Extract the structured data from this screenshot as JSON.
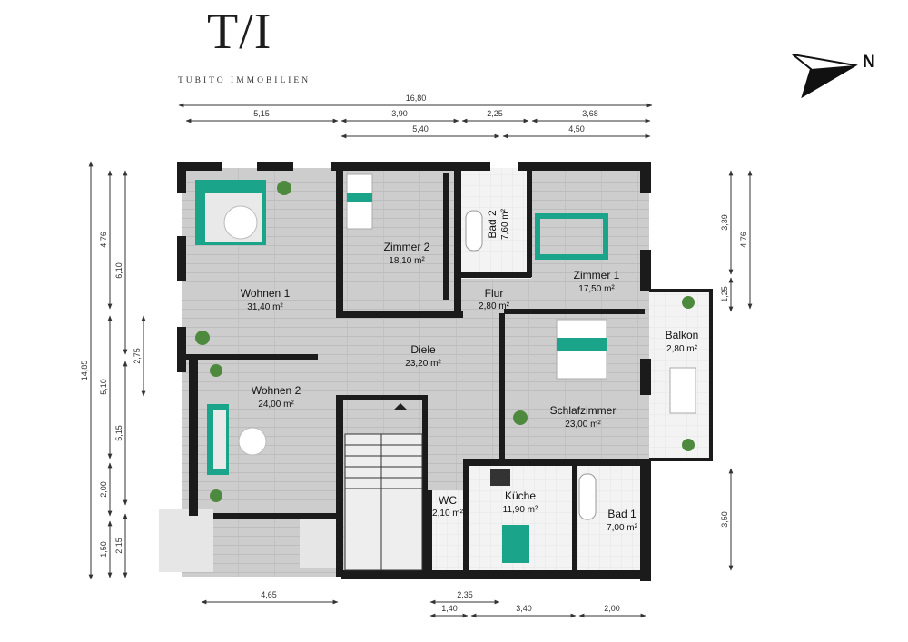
{
  "logo": {
    "mark": "T/I",
    "name": "TUBITO IMMOBILIEN"
  },
  "compass": {
    "label": "N"
  },
  "colors": {
    "wall": "#1b1b1b",
    "floor": "#cfcfcf",
    "tile": "#f1f1f1",
    "accent": "#1aa58a",
    "dim": "#333333"
  },
  "rooms": [
    {
      "name": "Wohnen 1",
      "area": "31,40 m²"
    },
    {
      "name": "Zimmer 2",
      "area": "18,10 m²"
    },
    {
      "name": "Bad 2",
      "area": "7,60 m²"
    },
    {
      "name": "Zimmer 1",
      "area": "17,50 m²"
    },
    {
      "name": "Flur",
      "area": "2,80 m²"
    },
    {
      "name": "Balkon",
      "area": "2,80 m²"
    },
    {
      "name": "Diele",
      "area": "23,20 m²"
    },
    {
      "name": "Wohnen 2",
      "area": "24,00 m²"
    },
    {
      "name": "Schlafzimmer",
      "area": "23,00 m²"
    },
    {
      "name": "WC",
      "area": "2,10 m²"
    },
    {
      "name": "Küche",
      "area": "11,90 m²"
    },
    {
      "name": "Bad 1",
      "area": "7,00 m²"
    }
  ],
  "dimensions": {
    "top": [
      "16,80",
      "5,15",
      "3,90",
      "2,25",
      "3,68",
      "5,40",
      "4,50"
    ],
    "left": [
      "14,85",
      "4,76",
      "6,10",
      "2,75",
      "5,10",
      "5,15",
      "2,00",
      "1,50",
      "2,15"
    ],
    "right": [
      "3,39",
      "4,76",
      "1,25",
      "3,50"
    ],
    "bottom": [
      "4,65",
      "2,35",
      "1,40",
      "3,40",
      "2,00"
    ]
  }
}
